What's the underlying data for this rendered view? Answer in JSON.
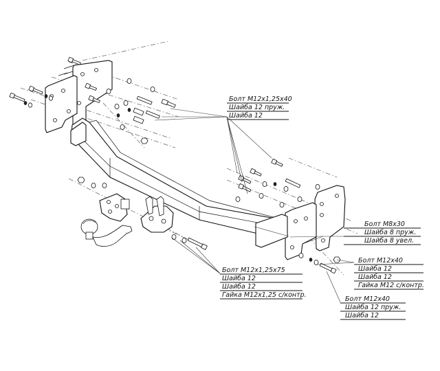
{
  "callouts": {
    "top": [
      "Болт М12х1,25х40",
      "Шайба 12 пруж.",
      "Шайба 12"
    ],
    "right_upper": [
      "Болт М8х30",
      "Шайба 8 пруж.",
      "Шайба 8 увел."
    ],
    "right_lower": [
      "Болт М12х40",
      "Шайба 12",
      "Шайба 12",
      "Гайка М12 с/контр."
    ],
    "bottom_right": [
      "Болт М12х40",
      "Шайба 12 пруж.",
      "Шайба 12"
    ],
    "center": [
      "Болт М12х1,25х75",
      "Шайба 12",
      "Шайба 12",
      "Гайка М12х1,25 с/контр."
    ]
  }
}
